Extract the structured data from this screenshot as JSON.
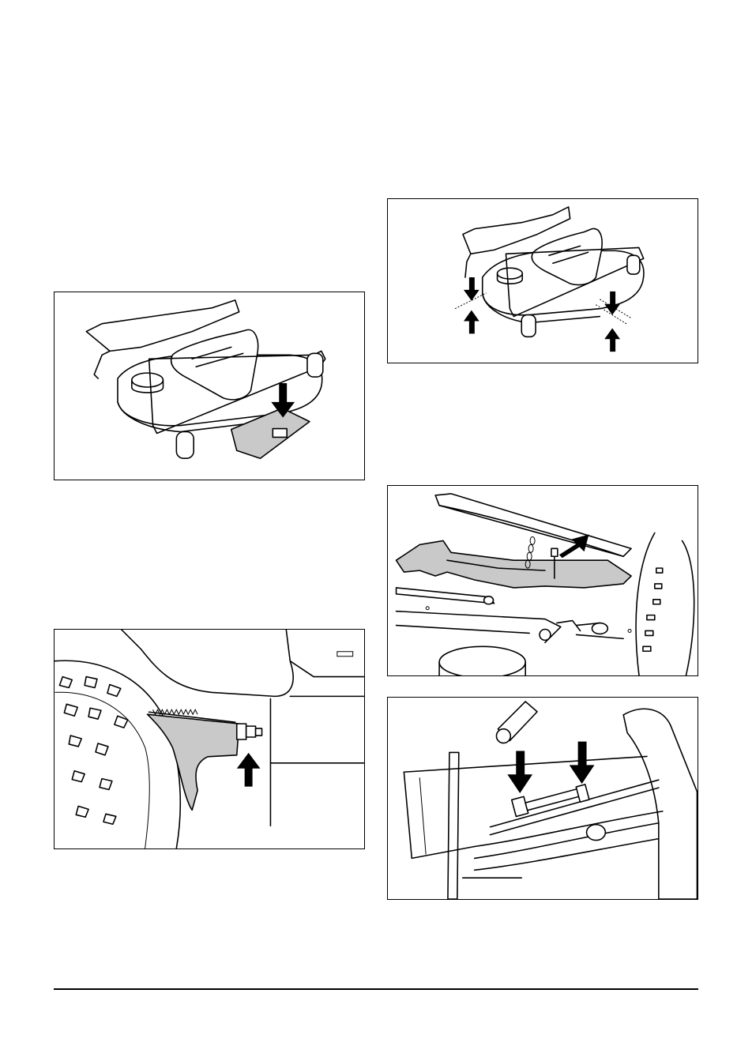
{
  "page": {
    "figures": [
      {
        "id": "fig1",
        "icon": "mower-deck-leveling-plate-illustration"
      },
      {
        "id": "fig2",
        "icon": "wheel-bracket-adjust-illustration"
      },
      {
        "id": "fig3",
        "icon": "mower-deck-height-arrows-illustration"
      },
      {
        "id": "fig4",
        "icon": "deck-lift-chain-bolt-illustration"
      },
      {
        "id": "fig5",
        "icon": "lift-rod-adjust-nuts-illustration"
      }
    ]
  }
}
